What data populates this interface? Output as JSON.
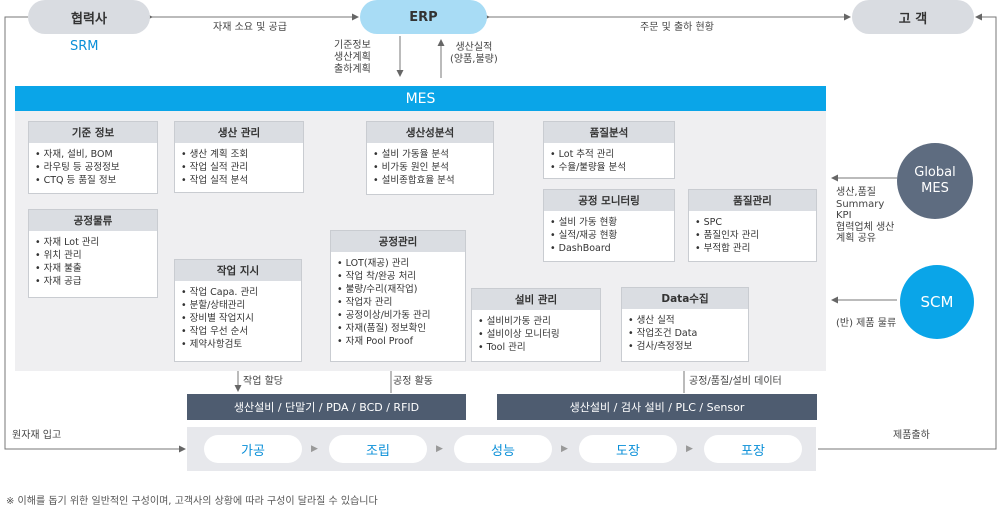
{
  "top": {
    "partner": "협력사",
    "srm": "SRM",
    "erp": "ERP",
    "customer": "고 객",
    "partner_erp_label": "자재 소요 및 공급",
    "erp_customer_label": "주문 및 출하 현황",
    "erp_down_label": [
      "기준정보",
      "생산계획",
      "출하계획"
    ],
    "erp_up_label": [
      "생산실적",
      "(양품,불량)"
    ]
  },
  "mes": {
    "title": "MES",
    "boxes": {
      "base_info": {
        "title": "기준 정보",
        "items": [
          "자재, 설비, BOM",
          "라우팅 등 공정정보",
          "CTQ 등 품질 정보"
        ]
      },
      "process_logistics": {
        "title": "공정물류",
        "items": [
          "자재 Lot 관리",
          "위치 관리",
          "자재 불출",
          "자재 공급"
        ]
      },
      "production_mgmt": {
        "title": "생산 관리",
        "items": [
          "생산 계획 조회",
          "작업 실적 관리",
          "작업 실적 분석"
        ]
      },
      "work_order": {
        "title": "작업 지시",
        "items": [
          "작업 Capa. 관리",
          "분할/상태관리",
          "장비별 작업지시",
          "작업 우선 순서",
          "제약사항검토"
        ]
      },
      "productivity": {
        "title": "생산성분석",
        "items": [
          "설비 가동율 분석",
          "비가동 원인 분석",
          "설비종합효율 분석"
        ]
      },
      "process_mgmt": {
        "title": "공정관리",
        "items": [
          "LOT(재공) 관리",
          "작업 착/완공 처리",
          "불량/수리(재작업)",
          "작업자 관리",
          "공정이상/비가동 관리",
          "자재(품질) 정보확인",
          "자재 Pool Proof"
        ]
      },
      "quality_analysis": {
        "title": "품질분석",
        "items": [
          "Lot 추적 관리",
          "수율/불량율 분석"
        ]
      },
      "process_monitoring": {
        "title": "공정 모니터링",
        "items": [
          "설비 가동 현황",
          "실적/재공 현황",
          "DashBoard"
        ]
      },
      "quality_mgmt": {
        "title": "품질관리",
        "items": [
          "SPC",
          "품질인자 관리",
          "부적합 관리"
        ]
      },
      "equipment_mgmt": {
        "title": "설비 관리",
        "items": [
          "설비비가동 관리",
          "설비이상 모니터링",
          "Tool 관리"
        ]
      },
      "data_collection": {
        "title": "Data수집",
        "items": [
          "생산 실적",
          "작업조건 Data",
          "검사/측정정보"
        ]
      }
    }
  },
  "bottom": {
    "work_alloc": "작업 할당",
    "process_activity": "공정 활동",
    "process_quality_data": "공정/품질/설비 데이터",
    "devices_left": "생산설비 / 단말기 / PDA / BCD / RFID",
    "devices_right": "생산설비 / 검사 설비 / PLC / Sensor",
    "material_in": "원자재 입고",
    "product_out": "제품출하",
    "steps": [
      "가공",
      "조립",
      "성능",
      "도장",
      "포장"
    ]
  },
  "right": {
    "global_mes": [
      "Global",
      "MES"
    ],
    "global_label": [
      "생산,품질",
      "Summary",
      "KPI",
      "협력업체 생산",
      "계획 공유"
    ],
    "scm": "SCM",
    "scm_label": "(반) 제품 물류"
  },
  "note": "※ 이해를 돕기 위한 일반적인 구성이며, 고객사의 상황에 따라 구성이 달라질 수 있습니다",
  "colors": {
    "mes_bar": "#0aa5e8",
    "erp": "#a8dcf5",
    "device_bar": "#4e5c70",
    "circle": "#5e6c80",
    "step_text": "#0a8fd8"
  }
}
